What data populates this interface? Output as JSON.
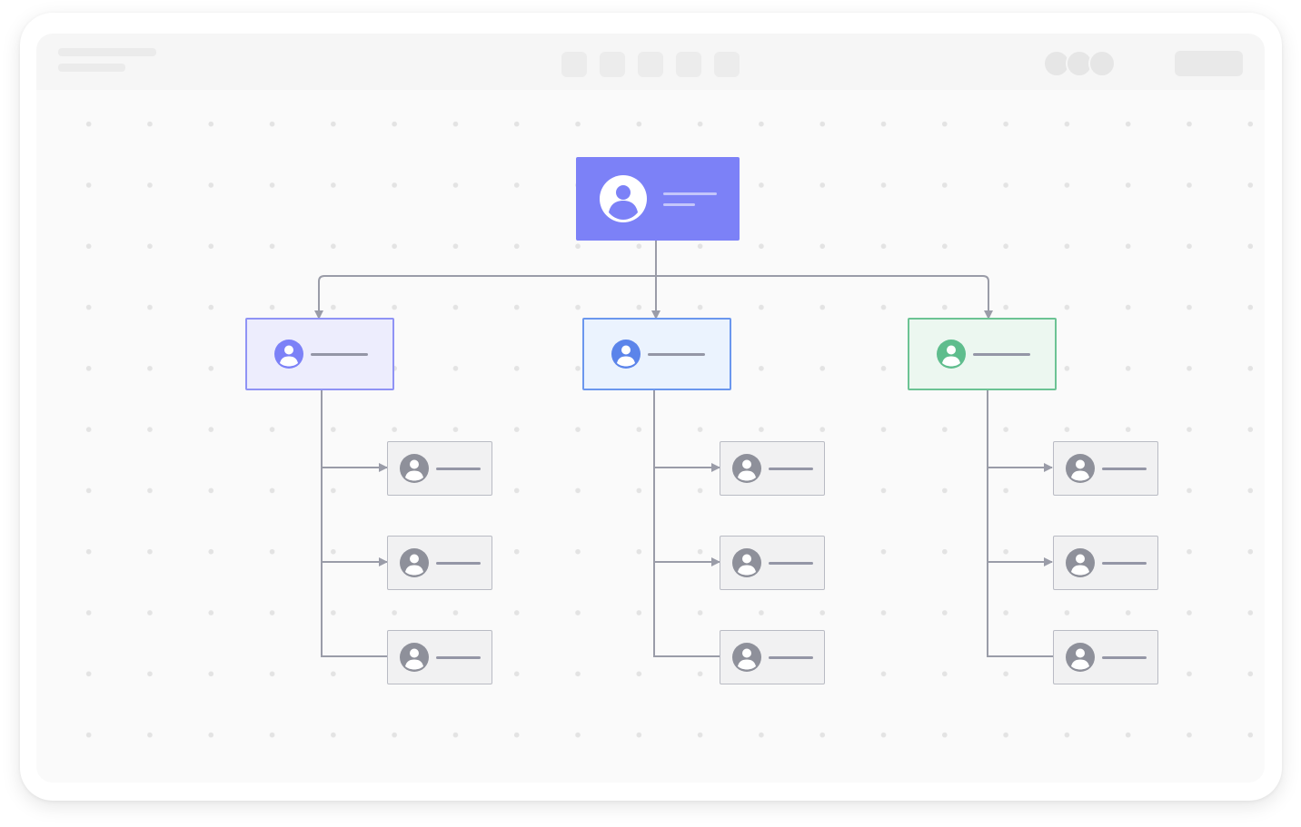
{
  "colors": {
    "root": "#7c81f7",
    "manager_purple": "#7c81f7",
    "manager_blue": "#5b84ea",
    "manager_green": "#5fbd8d",
    "report_gray": "#8e909a",
    "connector": "#9a9ca8"
  },
  "toolbar": {
    "tools": [
      "tool-1-icon",
      "tool-2-icon",
      "tool-3-icon",
      "tool-4-icon",
      "tool-5-icon"
    ],
    "collaborators": [
      "avatar-1",
      "avatar-2",
      "avatar-3"
    ]
  },
  "org_chart": {
    "root": {
      "icon": "user-icon",
      "color": "#7c81f7"
    },
    "managers": [
      {
        "icon": "user-icon",
        "color": "purple",
        "reports": 3
      },
      {
        "icon": "user-icon",
        "color": "blue",
        "reports": 3
      },
      {
        "icon": "user-icon",
        "color": "green",
        "reports": 3
      }
    ]
  }
}
